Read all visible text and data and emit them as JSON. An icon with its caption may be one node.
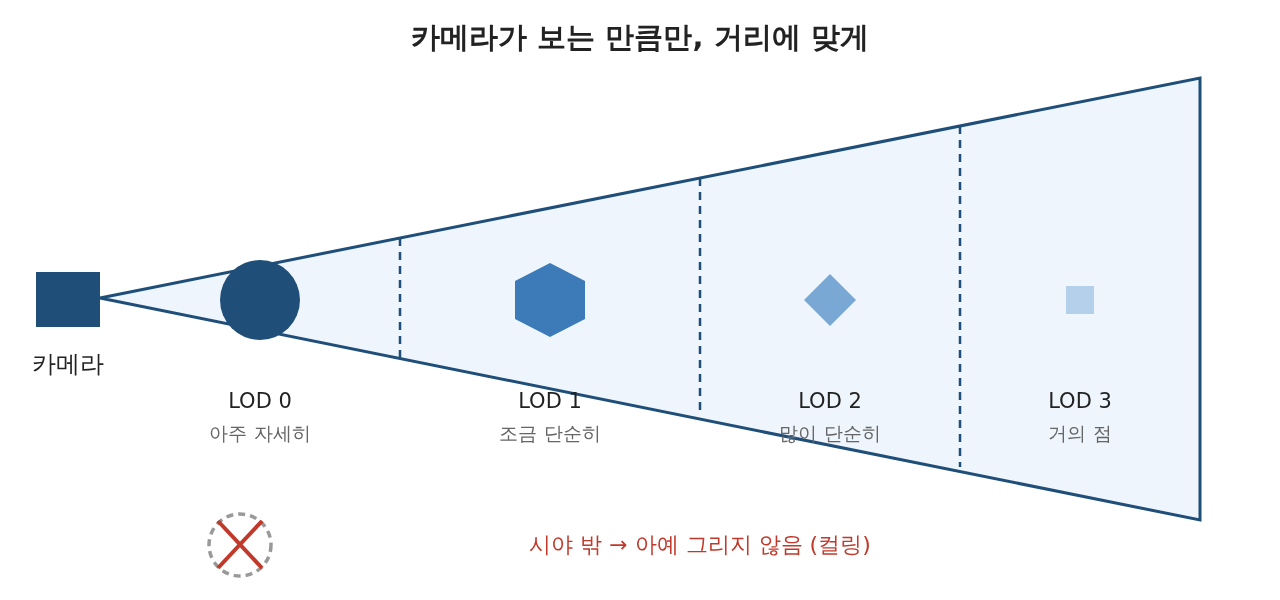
{
  "diagram": {
    "title": "카메라가 보는 만큼만, 거리에 맞게",
    "nodes": [
      {
        "text": [
          "카메라"
        ]
      },
      {
        "text": [
          "LOD 0",
          "아주 자세히"
        ]
      },
      {
        "text": [
          "LOD 1",
          "조금 단순히"
        ]
      },
      {
        "text": [
          "LOD 2",
          "많이 단순히"
        ]
      },
      {
        "text": [
          "LOD 3",
          "거의 점"
        ]
      }
    ],
    "labels": [
      "시야 밖 → 아예 그리지 않음 (컬링)"
    ]
  }
}
